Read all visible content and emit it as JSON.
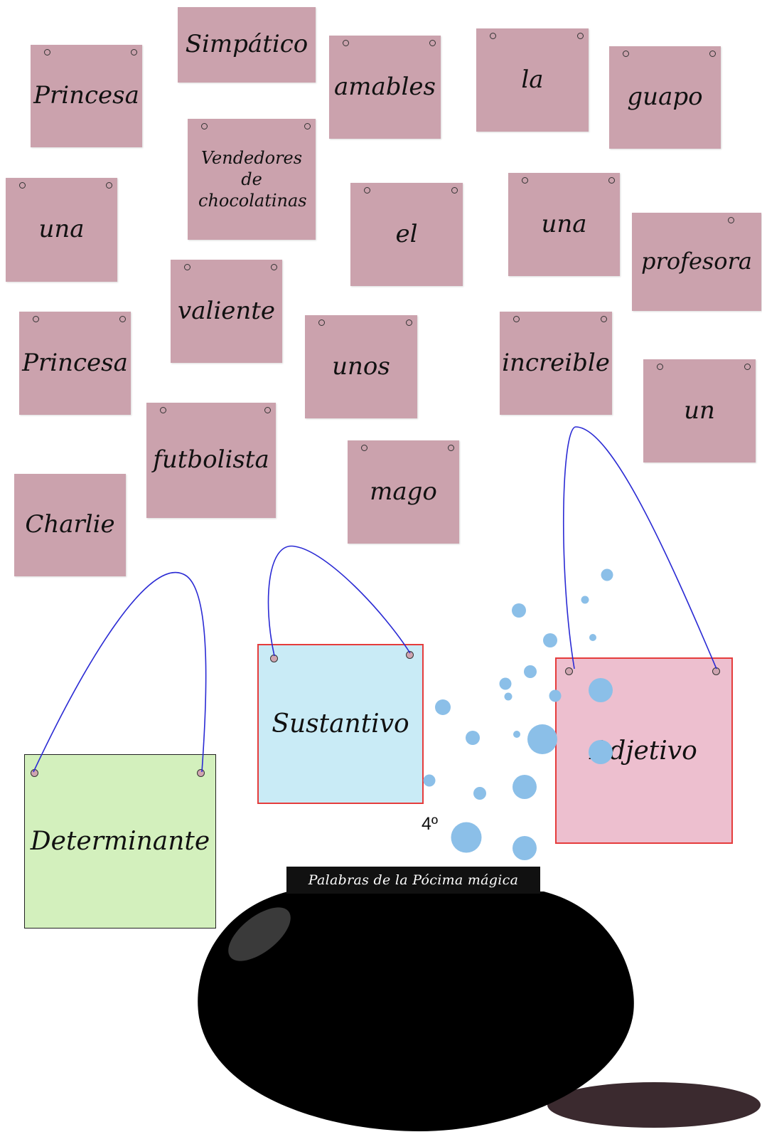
{
  "word_cards": [
    {
      "text": "Princesa",
      "holes": true
    },
    {
      "text": "Simpático",
      "holes": false
    },
    {
      "text": "amables",
      "holes": true
    },
    {
      "text": "la",
      "holes": true
    },
    {
      "text": "guapo",
      "holes": true
    },
    {
      "text": "Vendedores de chocolatinas",
      "holes": true
    },
    {
      "text": "una",
      "holes": true
    },
    {
      "text": "el",
      "holes": true
    },
    {
      "text": "una",
      "holes": true
    },
    {
      "text": "profesora",
      "holes": true
    },
    {
      "text": "valiente",
      "holes": true
    },
    {
      "text": "Princesa",
      "holes": true
    },
    {
      "text": "unos",
      "holes": true
    },
    {
      "text": "increible",
      "holes": true
    },
    {
      "text": "un",
      "holes": true
    },
    {
      "text": "futbolista",
      "holes": true
    },
    {
      "text": "mago",
      "holes": true
    },
    {
      "text": "Charlie",
      "holes": false
    }
  ],
  "bins": {
    "determinante": "Determinante",
    "sustantivo": "Sustantivo",
    "adjetivo": "Adjetivo"
  },
  "level_label": "4º",
  "cauldron_title": "Palabras de la Pócima mágica",
  "colors": {
    "card": "#cba2ad",
    "determinante_bg": "#d3f0bd",
    "sustantivo_bg": "#c9ebf6",
    "adjetivo_bg": "#edbfcf",
    "bin_border_red": "#e53c3c",
    "string": "#2a2ad4",
    "bubble": "#8bbfe8",
    "cauldron": "#000000"
  }
}
